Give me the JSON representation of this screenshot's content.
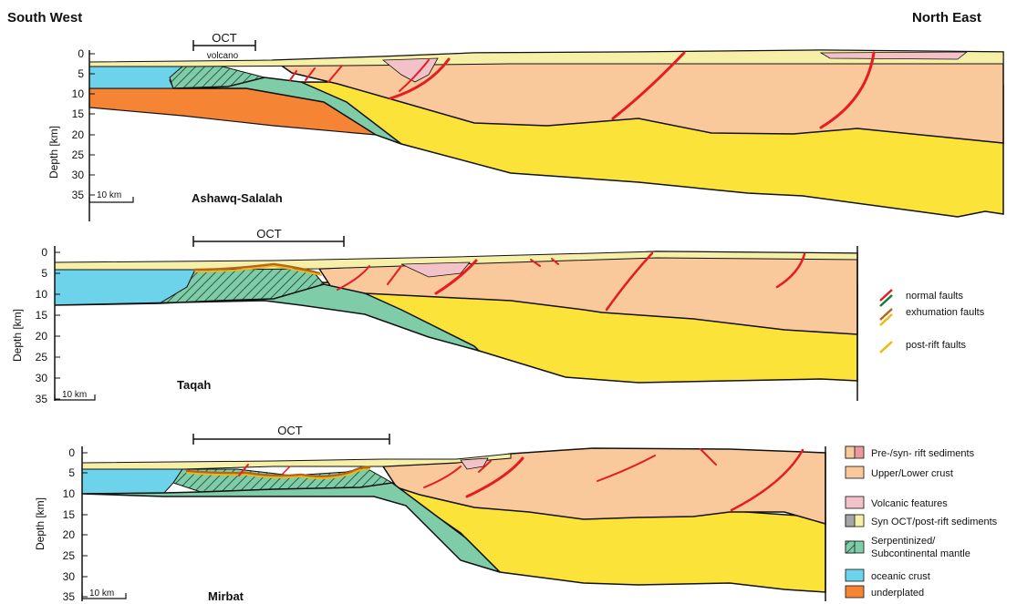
{
  "header": {
    "left": "South West",
    "right": "North East"
  },
  "colors": {
    "upper_lower_crust": "#f9c89b",
    "lower_crust_yellow": "#fbe33a",
    "oceanic_crust": "#6dd3ea",
    "underplated": "#f58435",
    "serpentinized_mantle": "#7ecda8",
    "volcanic": "#f2c2c8",
    "sediments": "#f6efa8",
    "normal_fault": "#e51c23",
    "normal_fault_alt": "#1b7a3a",
    "exhumation_fault": "#b5651d",
    "post_rift_fault": "#f2b90f"
  },
  "sections": [
    {
      "title": "Ashawq-Salalah",
      "oct_label": "OCT",
      "oct_sub_label": "volcano",
      "ylabel": "Depth [km]",
      "scale_label": "10 km",
      "ticks": [
        "0",
        "5",
        "10",
        "15",
        "20",
        "25",
        "30",
        "35"
      ]
    },
    {
      "title": "Taqah",
      "oct_label": "OCT",
      "ylabel": "Depth [km]",
      "scale_label": "10 km",
      "ticks": [
        "0",
        "5",
        "10",
        "15",
        "20",
        "25",
        "30",
        "35"
      ]
    },
    {
      "title": "Mirbat",
      "oct_label": "OCT",
      "ylabel": "Depth [km]",
      "scale_label": "10 km",
      "ticks": [
        "0",
        "5",
        "10",
        "15",
        "20",
        "25",
        "30",
        "35"
      ]
    }
  ],
  "fault_legend": {
    "normal": "normal faults",
    "exhumation": "exhumation faults",
    "post_rift": "post-rift faults"
  },
  "unit_legend": {
    "pre_syn_rift": "Pre-/syn- rift sediments",
    "crust": "Upper/Lower crust",
    "volcanic": "Volcanic features",
    "syn_oct": "Syn OCT/post-rift sediments",
    "mantle_line1": "Serpentinized/",
    "mantle_line2": "Subcontinental mantle",
    "oceanic": "oceanic crust",
    "underplated": "underplated"
  }
}
